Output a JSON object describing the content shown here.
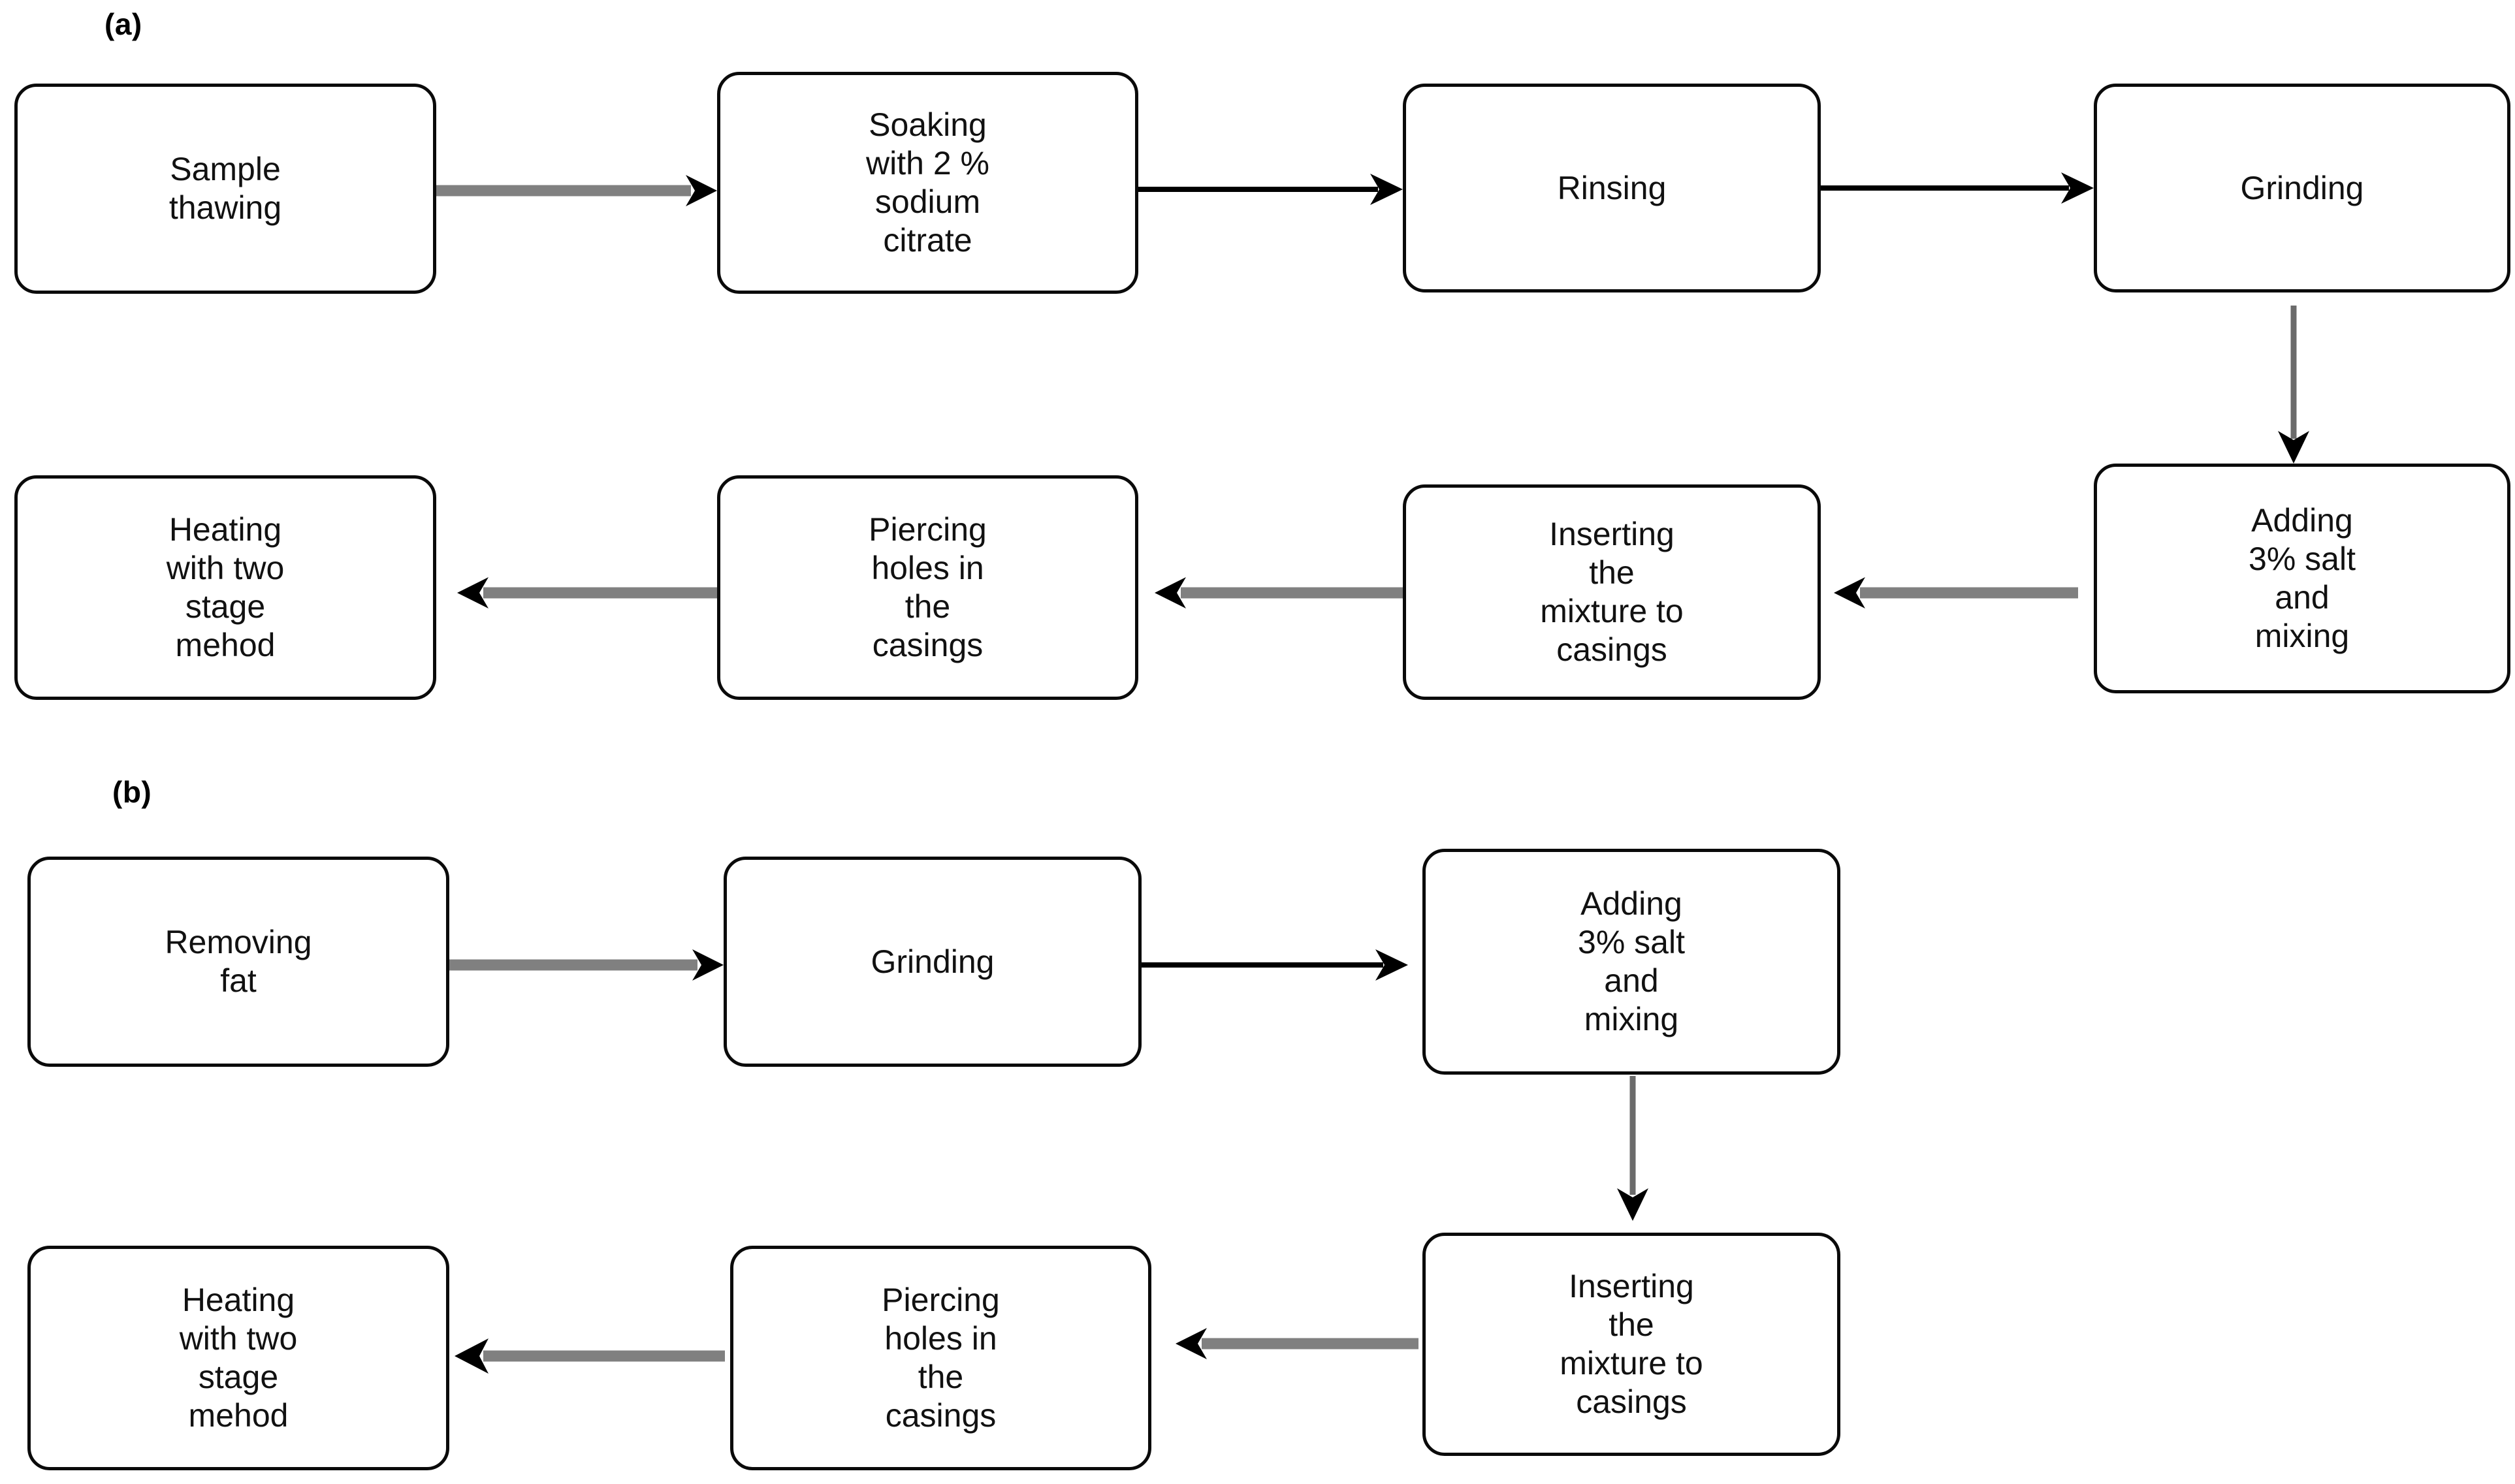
{
  "diagram": {
    "title_absent": true,
    "colors": {
      "node_border": "#0a0a0a",
      "node_fill": "#ffffff",
      "text": "#111111",
      "arrow_gray": "#808080",
      "arrow_black": "#000000"
    },
    "panels": [
      {
        "id": "panel-a",
        "label": "(a)",
        "nodes": [
          {
            "id": "a1",
            "label": "Sample\nthawing"
          },
          {
            "id": "a2",
            "label": "Soaking\nwith 2 %\nsodium\ncitrate"
          },
          {
            "id": "a3",
            "label": "Rinsing"
          },
          {
            "id": "a4",
            "label": "Grinding"
          },
          {
            "id": "a5",
            "label": "Adding\n3%  salt\nand\nmixing"
          },
          {
            "id": "a6",
            "label": "Inserting\nthe\nmixture to\ncasings"
          },
          {
            "id": "a7",
            "label": "Piercing\nholes in\nthe\ncasings"
          },
          {
            "id": "a8",
            "label": "Heating\nwith two\nstage\nmehod"
          }
        ],
        "edges": [
          {
            "from": "a1",
            "to": "a2",
            "direction": "right",
            "style": "thick-gray"
          },
          {
            "from": "a2",
            "to": "a3",
            "direction": "right",
            "style": "thin-black"
          },
          {
            "from": "a3",
            "to": "a4",
            "direction": "right",
            "style": "thin-black"
          },
          {
            "from": "a4",
            "to": "a5",
            "direction": "down",
            "style": "thin-gray"
          },
          {
            "from": "a5",
            "to": "a6",
            "direction": "left",
            "style": "thick-gray"
          },
          {
            "from": "a6",
            "to": "a7",
            "direction": "left",
            "style": "thick-gray"
          },
          {
            "from": "a7",
            "to": "a8",
            "direction": "left",
            "style": "thick-gray"
          }
        ]
      },
      {
        "id": "panel-b",
        "label": "(b)",
        "nodes": [
          {
            "id": "b1",
            "label": "Removing\nfat"
          },
          {
            "id": "b2",
            "label": "Grinding"
          },
          {
            "id": "b3",
            "label": "Adding\n3% salt\nand\nmixing"
          },
          {
            "id": "b4",
            "label": "Inserting\nthe\nmixture to\ncasings"
          },
          {
            "id": "b5",
            "label": "Piercing\nholes in\nthe\ncasings"
          },
          {
            "id": "b6",
            "label": "Heating\nwith two\nstage\nmehod"
          }
        ],
        "edges": [
          {
            "from": "b1",
            "to": "b2",
            "direction": "right",
            "style": "thick-gray"
          },
          {
            "from": "b2",
            "to": "b3",
            "direction": "right",
            "style": "thin-black"
          },
          {
            "from": "b3",
            "to": "b4",
            "direction": "down",
            "style": "thin-gray"
          },
          {
            "from": "b4",
            "to": "b5",
            "direction": "left",
            "style": "thick-gray"
          },
          {
            "from": "b5",
            "to": "b6",
            "direction": "left",
            "style": "thick-gray"
          }
        ]
      }
    ]
  }
}
